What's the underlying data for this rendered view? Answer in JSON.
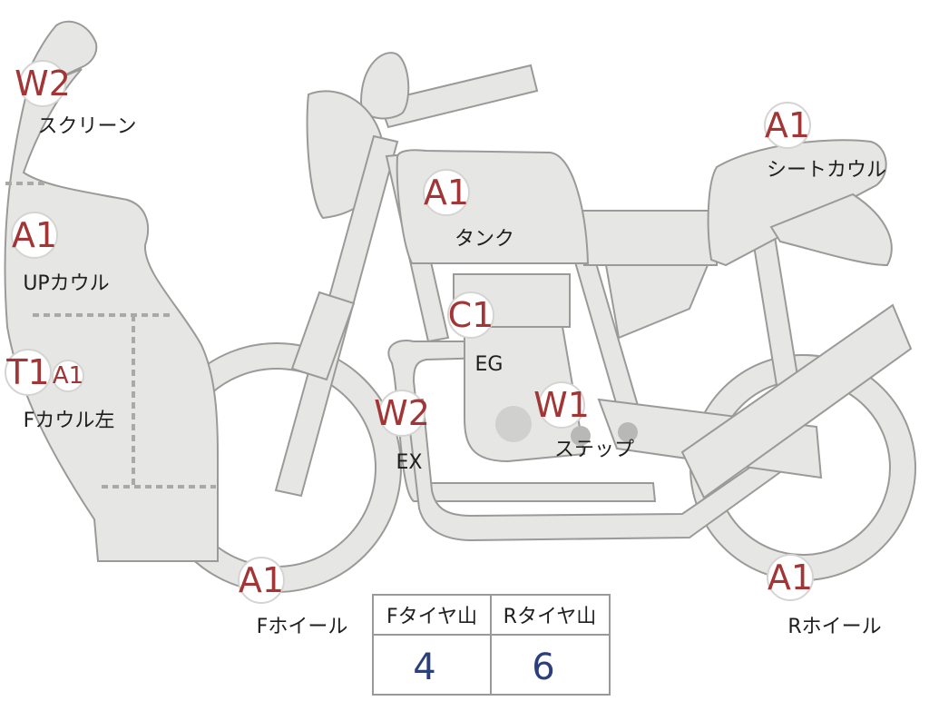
{
  "colors": {
    "body": "#e6e6e4",
    "outline": "#9a9a98",
    "badge_text": "#a23535",
    "value_text": "#2b3f7c"
  },
  "badges": {
    "screen": "W2",
    "upcowl": "A1",
    "fcowl_t": "T1",
    "fcowl_a": "A1",
    "fwheel": "A1",
    "ex": "W2",
    "tank": "A1",
    "eg": "C1",
    "step": "W1",
    "seatcowl": "A1",
    "rwheel": "A1"
  },
  "labels": {
    "screen": "スクリーン",
    "upcowl": "UPカウル",
    "fcowl": "Fカウル左",
    "fwheel": "Fホイール",
    "ex": "EX",
    "tank": "タンク",
    "eg": "EG",
    "step": "ステップ",
    "seatcowl": "シートカウル",
    "rwheel": "Rホイール"
  },
  "tire_table": {
    "headers": [
      "Fタイヤ山",
      "Rタイヤ山"
    ],
    "values": [
      "4",
      "6"
    ]
  }
}
